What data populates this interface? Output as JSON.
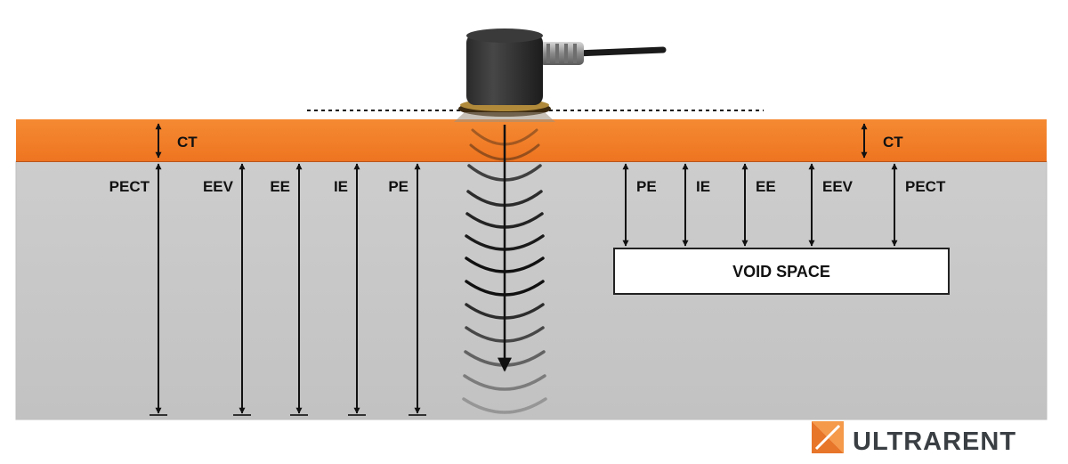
{
  "labels": {
    "ct_left": "CT",
    "ct_right": "CT",
    "left": {
      "pect": "PECT",
      "eev": "EEV",
      "ee": "EE",
      "ie": "IE",
      "pe": "PE"
    },
    "right": {
      "pe": "PE",
      "ie": "IE",
      "ee": "EE",
      "eev": "EEV",
      "pect": "PECT"
    },
    "void": "VOID SPACE"
  },
  "brand": {
    "name": "ULTRARENT"
  },
  "colors": {
    "coating": "#f27d26",
    "substrate": "#c9c9c9",
    "brand_text": "#3a3f44",
    "brand_accent": "#e8762a"
  },
  "icons": {
    "transducer": "ultrasonic-transducer-icon",
    "logo": "ultrarent-logo-icon"
  }
}
